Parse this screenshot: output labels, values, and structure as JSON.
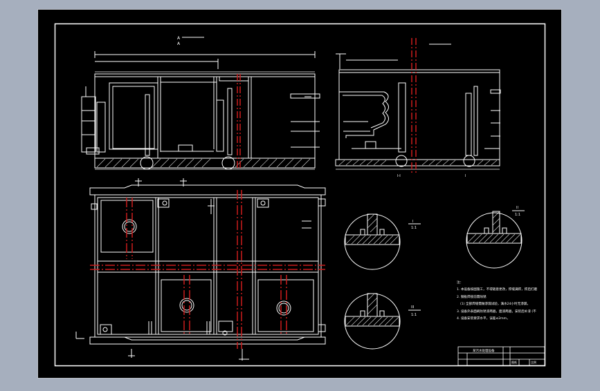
{
  "app": {
    "viewport_bg": "#a6afbe",
    "sheet_bg": "#000000",
    "line_color": "#ffffff",
    "centerline_color": "#cc1c1c",
    "hatch_color": "#d8d8d8"
  },
  "drawing": {
    "view_labels": {
      "front_top_mark_1": "A",
      "front_top_mark_2": "A",
      "side_bottom_mark": "I-I",
      "side_bottom_mark_2": "I"
    },
    "details": [
      {
        "label": "I",
        "scale": "1:1"
      },
      {
        "label": "II",
        "scale": "1:1"
      },
      {
        "label": "III",
        "scale": "1:1"
      }
    ],
    "notes": {
      "heading": "注：",
      "lines": [
        "1. 本设备按图施工，不得随意更改，焊缝满焊，焊后打磨",
        "2. 钢板焊接前需除锈",
        "(1) 全部焊缝需做渗漏试验，满水24小时无渗漏，",
        "3. 设备外表面刷防锈漆两遍，面漆两遍，安装后补漆 (不",
        "4. 设备安装要求水平，误差≤2mm，"
      ]
    },
    "title_block": {
      "name": "某污水处理设备",
      "sheet_label": "图纸",
      "scale_label": "比例"
    }
  }
}
